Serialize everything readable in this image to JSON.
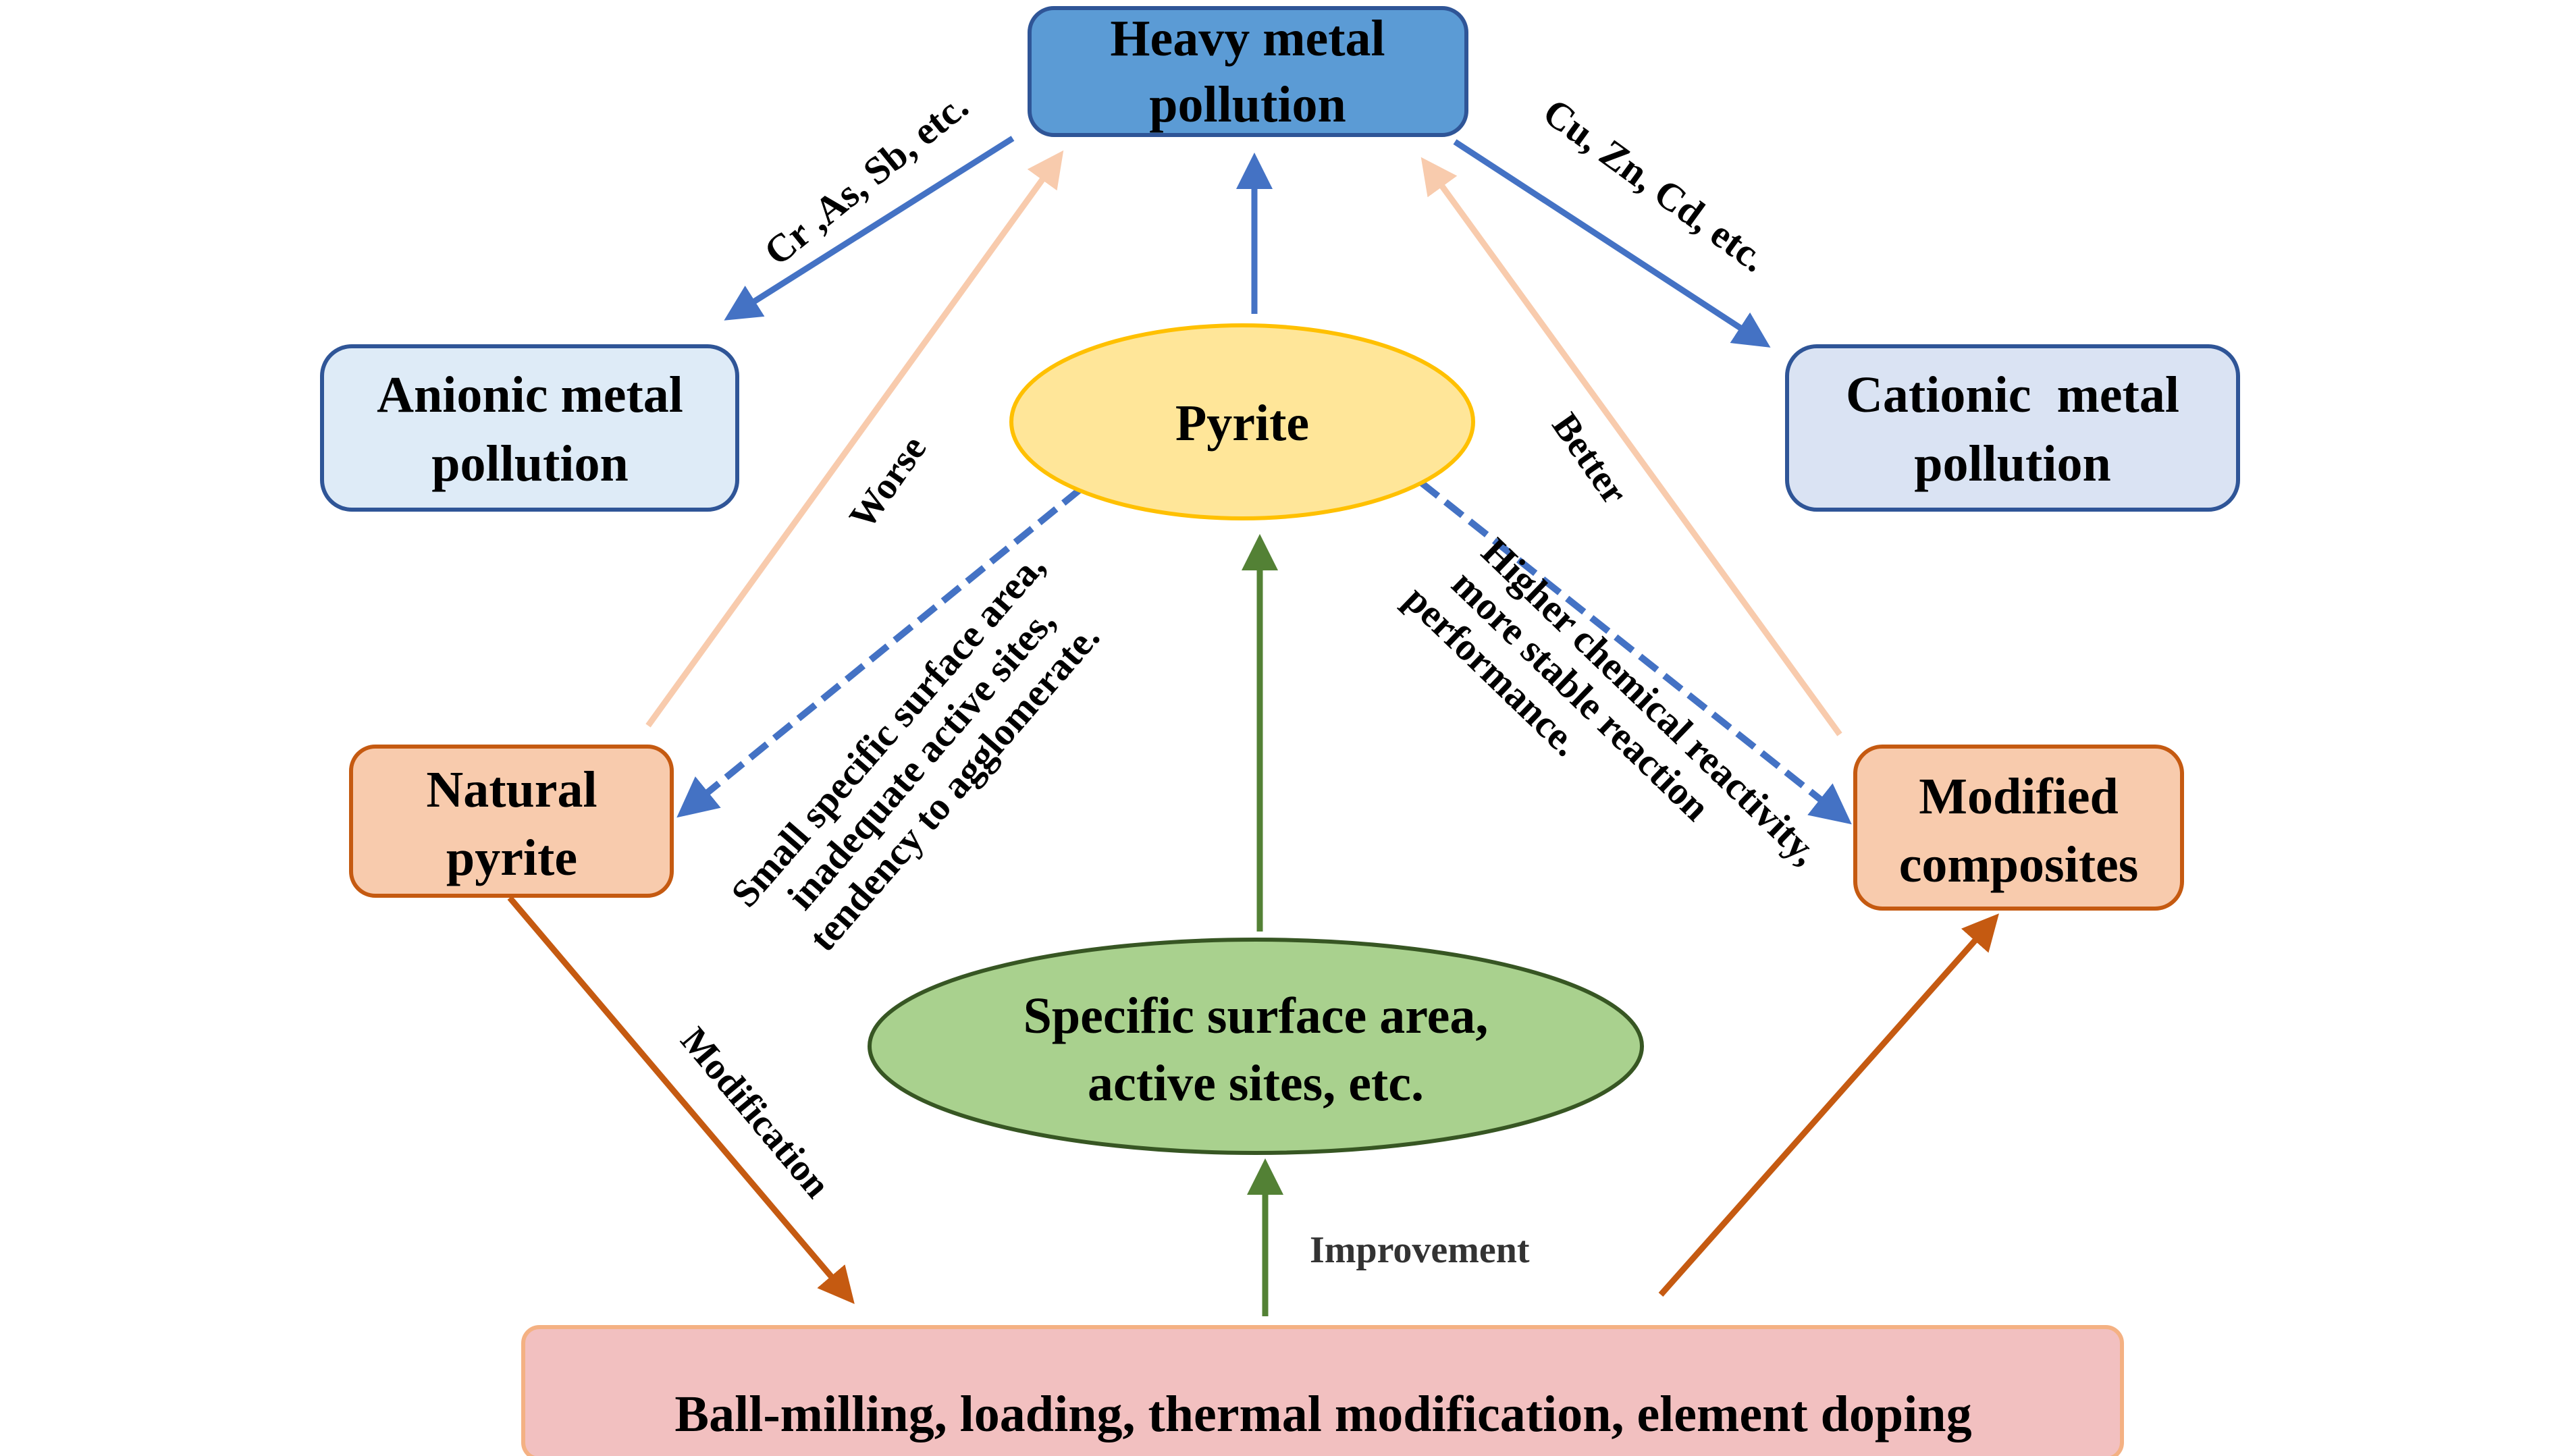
{
  "colors": {
    "blue_arrow": "#4472C4",
    "peach_arrow": "#F8CBAD",
    "green_arrow": "#538135",
    "orange_arrow": "#C55A11",
    "heavy_fill": "#5B9BD5",
    "heavy_stroke": "#2F5597",
    "light_blue_fill": "#DEEBF7",
    "light_blue_fill2": "#DAE3F3",
    "pyrite_fill": "#FFE699",
    "pyrite_stroke": "#FFC000",
    "peach_fill": "#F8CBAD",
    "green_fill": "#A9D18E",
    "green_stroke": "#375623",
    "pink_fill": "#F2C0C0",
    "pink_stroke": "#F4B183"
  },
  "nodes": {
    "heavy_metal": {
      "line1": "Heavy metal",
      "line2": "pollution"
    },
    "anionic": {
      "line1": "Anionic metal",
      "line2": "pollution"
    },
    "cationic": {
      "line1": "Cationic  metal",
      "line2": "pollution"
    },
    "pyrite": {
      "label": "Pyrite"
    },
    "natural_pyrite": {
      "line1": "Natural",
      "line2": "pyrite"
    },
    "modified_composites": {
      "line1": "Modified",
      "line2": "composites"
    },
    "surface_area": {
      "line1": "Specific surface area,",
      "line2": "active sites, etc."
    },
    "methods": {
      "label": "Ball-milling, loading, thermal modification, element doping"
    }
  },
  "edge_labels": {
    "anionic_examples": "Cr ,As, Sb, etc.",
    "cationic_examples": "Cu, Zn, Cd, etc.",
    "worse": "Worse",
    "better": "Better",
    "natural_drawbacks": [
      "Small specific surface area,",
      "inadequate active sites,",
      "tendency to agglomerate."
    ],
    "modified_benefits": [
      "Higher chemical reactivity,",
      "more stable reaction",
      "performance."
    ],
    "modification": "Modification",
    "improvement": "Improvement"
  }
}
